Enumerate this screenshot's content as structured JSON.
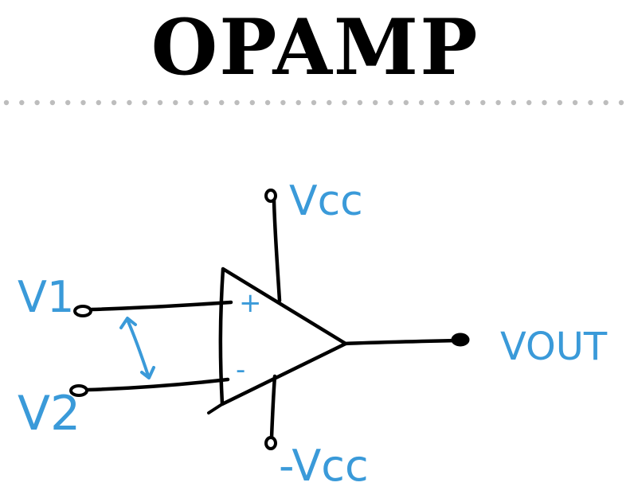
{
  "title": "OPAMP",
  "labels": {
    "v1": "V1",
    "v2": "V2",
    "vcc": "Vcc",
    "neg_vcc": "-Vcc",
    "vout": "VOUT",
    "plus": "+",
    "minus": "-"
  },
  "colors": {
    "ink": "#000000",
    "label": "#3a9ad9",
    "divider": "#bdbdbd"
  }
}
